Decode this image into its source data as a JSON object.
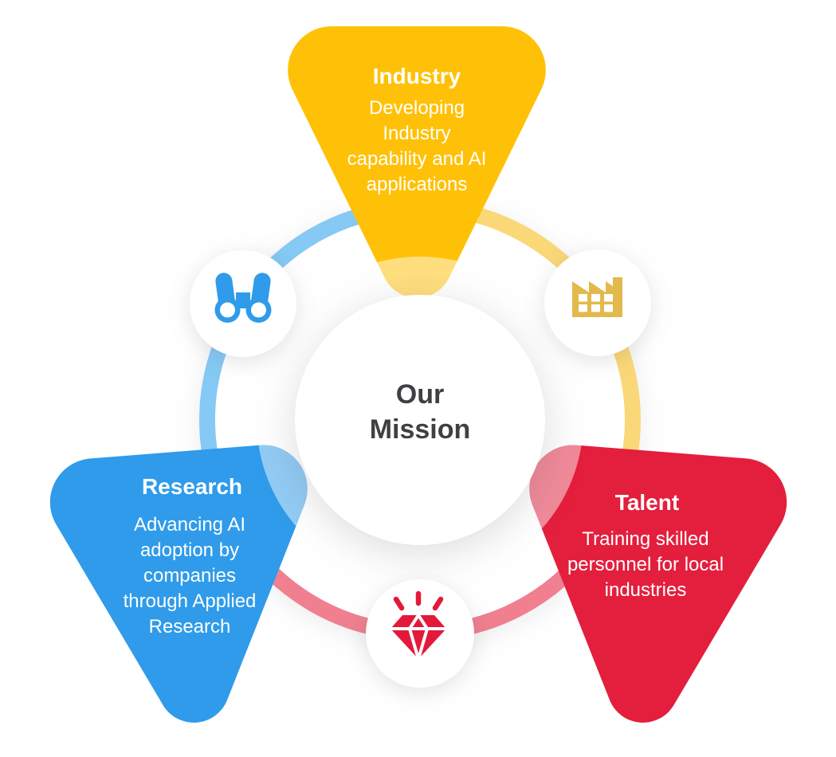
{
  "diagram": {
    "background": "#FFFFFF",
    "center": {
      "title_lines": [
        "Our",
        "Mission"
      ],
      "text_color": "#3F4043",
      "circle_color": "#FFFFFF"
    },
    "segments": {
      "industry": {
        "title": "Industry",
        "body_lines": [
          "Developing",
          "Industry",
          "capability and AI",
          "applications"
        ],
        "color": "#FFC107",
        "ring_color": "#FAD878",
        "icon": "factory-icon",
        "icon_color": "#E2B94B"
      },
      "research": {
        "title": "Research",
        "body_lines": [
          "Advancing AI",
          "adoption by",
          "companies",
          "through Applied",
          "Research"
        ],
        "color": "#2F9BEA",
        "ring_color": "#85C9F4",
        "icon": "binoculars-icon",
        "icon_color": "#2F9BEA"
      },
      "talent": {
        "title": "Talent",
        "body_lines": [
          "Training skilled",
          "personnel for local",
          "industries"
        ],
        "color": "#E31F3D",
        "ring_color": "#F0808F",
        "icon": "diamond-icon",
        "icon_color": "#E3193B"
      }
    },
    "text_color_on_triangles": "#FFFFFF"
  }
}
